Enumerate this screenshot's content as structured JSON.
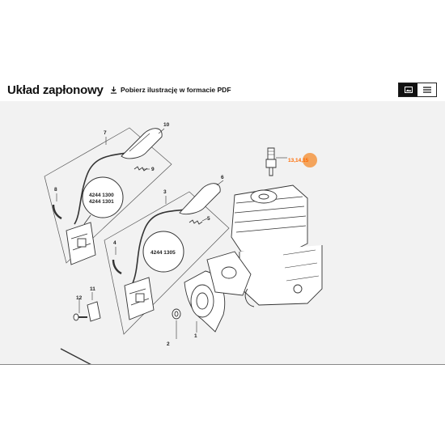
{
  "header": {
    "title": "Układ zapłonowy",
    "pdf_link_label": "Pobierz ilustrację w formacie PDF"
  },
  "colors": {
    "accent": "#ff6a00",
    "highlight_fill": "#f4a45c",
    "diagram_background": "#f2f2f2"
  },
  "view_toggle": {
    "active": "image-view-icon",
    "inactive": "list-view-icon"
  },
  "diagram": {
    "part_numbers": [
      "1",
      "2",
      "3",
      "4",
      "5",
      "6",
      "7",
      "8",
      "9",
      "10",
      "11",
      "12"
    ],
    "highlighted_parts": "13,14,15",
    "callout_upper": [
      "4244 1300",
      "4244 1301"
    ],
    "callout_lower": "4244 1305"
  }
}
